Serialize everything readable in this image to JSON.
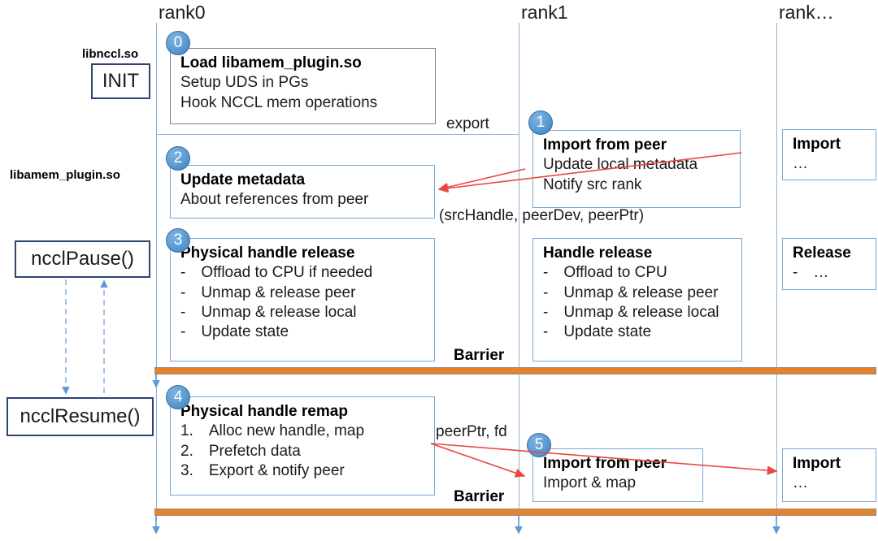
{
  "diagram": {
    "title": "NCCL libamem_plugin pause/resume sequence",
    "colors": {
      "lifeline": "#8fb4d9",
      "box_border": "#7aa8d6",
      "box_border_gray": "#808080",
      "api_box_border": "#2e4374",
      "badge_blue": "#5a9bd4",
      "barrier_orange": "#e8822a",
      "arrow_red": "#e8493f",
      "arrow_blue": "#5b9bd5"
    }
  },
  "ranks": [
    {
      "name": "rank0",
      "label": "rank0"
    },
    {
      "name": "rank1",
      "label": "rank1"
    },
    {
      "name": "rankN",
      "label": "rank…"
    }
  ],
  "module_labels": [
    {
      "name": "libnccl-so",
      "text": "libnccl.so"
    },
    {
      "name": "libamem-plugin-so",
      "text": "libamem_plugin.so"
    }
  ],
  "api_boxes": [
    {
      "name": "init",
      "label": "INIT"
    },
    {
      "name": "nccl-pause",
      "label": "ncclPause()"
    },
    {
      "name": "nccl-resume",
      "label": "ncclResume()"
    }
  ],
  "steps": [
    {
      "id": "0",
      "badge": "0"
    },
    {
      "id": "1",
      "badge": "1"
    },
    {
      "id": "2",
      "badge": "2"
    },
    {
      "id": "3",
      "badge": "3"
    },
    {
      "id": "4",
      "badge": "4"
    },
    {
      "id": "5",
      "badge": "5"
    }
  ],
  "activities": {
    "load_plugin": {
      "title": "Load libamem_plugin.so",
      "lines": [
        "Setup UDS in PGs",
        "Hook NCCL mem operations"
      ]
    },
    "import_from_peer_1": {
      "title": "Import from peer",
      "lines": [
        "Update local metadata",
        "Notify src rank"
      ]
    },
    "import_rankn_1": {
      "title": "Import",
      "lines": [
        "…"
      ]
    },
    "update_metadata": {
      "title": "Update metadata",
      "lines": [
        "About references from peer"
      ]
    },
    "physical_handle_release": {
      "title": "Physical handle release",
      "lines": [
        "- Offload to CPU if needed",
        "- Unmap & release peer",
        "- Unmap & release local",
        "- Update state"
      ]
    },
    "handle_release": {
      "title": "Handle release",
      "lines": [
        "- Offload to CPU",
        "- Unmap & release peer",
        "- Unmap & release local",
        "- Update state"
      ]
    },
    "release_rankn": {
      "title": "Release",
      "lines": [
        "- …"
      ]
    },
    "physical_handle_remap": {
      "title": "Physical handle remap",
      "lines": [
        "1. Alloc new handle, map",
        "2. Prefetch data",
        "3. Export & notify peer"
      ]
    },
    "import_from_peer_2": {
      "title": "Import from peer",
      "lines": [
        "Import & map"
      ]
    },
    "import_rankn_2": {
      "title": "Import",
      "lines": [
        "…"
      ]
    }
  },
  "annotations": [
    {
      "name": "export-label",
      "text": "export"
    },
    {
      "name": "src-handle-tuple",
      "text": "(srcHandle, peerDev, peerPtr)"
    },
    {
      "name": "peer-ptr-fd-label",
      "text": "peerPtr, fd"
    }
  ],
  "barriers": [
    {
      "name": "barrier-top",
      "label": "Barrier"
    },
    {
      "name": "barrier-bottom",
      "label": "Barrier"
    }
  ]
}
